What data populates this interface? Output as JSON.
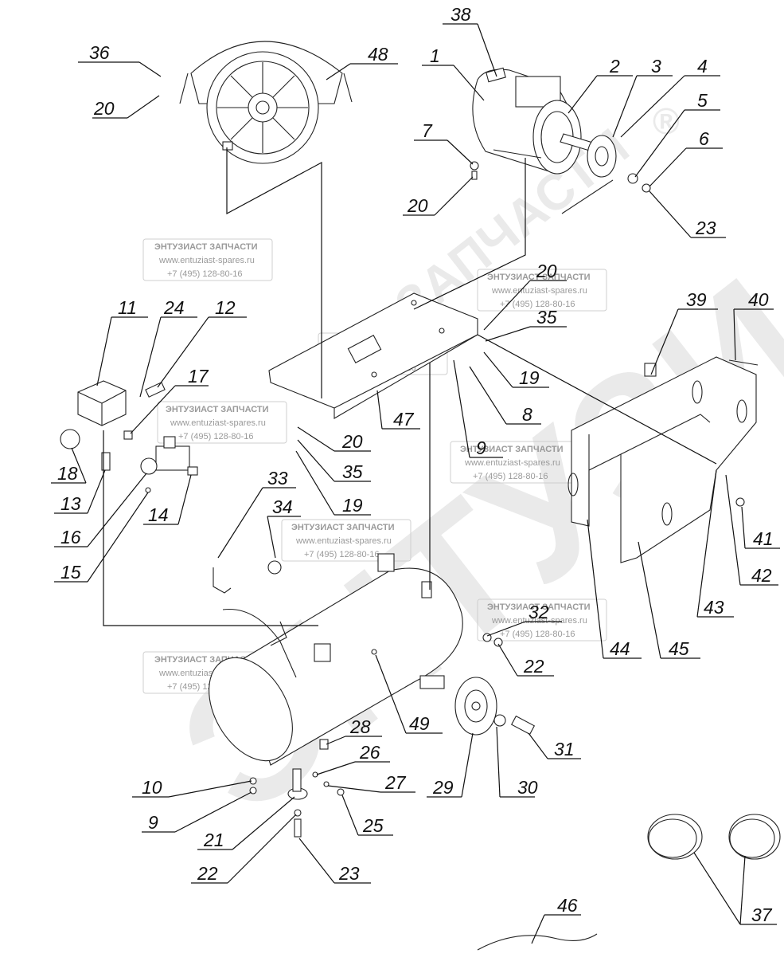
{
  "watermark": {
    "brand_large": "ЭНТУЗИАСТ!",
    "brand_small": "ЗАПЧАСТИ",
    "registered": "®",
    "box_title": "ЭНТУЗИАСТ ЗАПЧАСТИ",
    "box_url": "www.entuziast-spares.ru",
    "box_phone": "+7 (495) 128-80-16"
  },
  "labels": [
    "36",
    "20",
    "48",
    "38",
    "1",
    "2",
    "3",
    "4",
    "5",
    "6",
    "7",
    "20",
    "23",
    "11",
    "24",
    "12",
    "17",
    "18",
    "13",
    "16",
    "15",
    "14",
    "20",
    "35",
    "19",
    "8",
    "9",
    "47",
    "20",
    "35",
    "19",
    "39",
    "40",
    "41",
    "42",
    "43",
    "44",
    "45",
    "33",
    "34",
    "32",
    "22",
    "49",
    "28",
    "26",
    "27",
    "25",
    "10",
    "9",
    "21",
    "22",
    "23",
    "29",
    "30",
    "31",
    "37",
    "46"
  ]
}
